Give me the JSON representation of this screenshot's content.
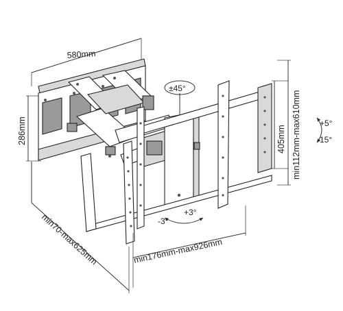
{
  "dimensions": {
    "plate_width": "580mm",
    "plate_height": "286mm",
    "vesa_height": "405mm",
    "vertical_range": "min112mm-max610mm",
    "horizontal_range": "min176mm-max926mm",
    "extension": "min70-max625mm"
  },
  "angles": {
    "swivel": "±45°",
    "tilt_up": "+5°",
    "tilt_down": "-15°",
    "rotate_minus": "-3°",
    "rotate_plus": "+3°"
  },
  "colors": {
    "stroke": "#222222",
    "fill_light": "#d9d9d9",
    "fill_dark": "#9a9a9a"
  }
}
